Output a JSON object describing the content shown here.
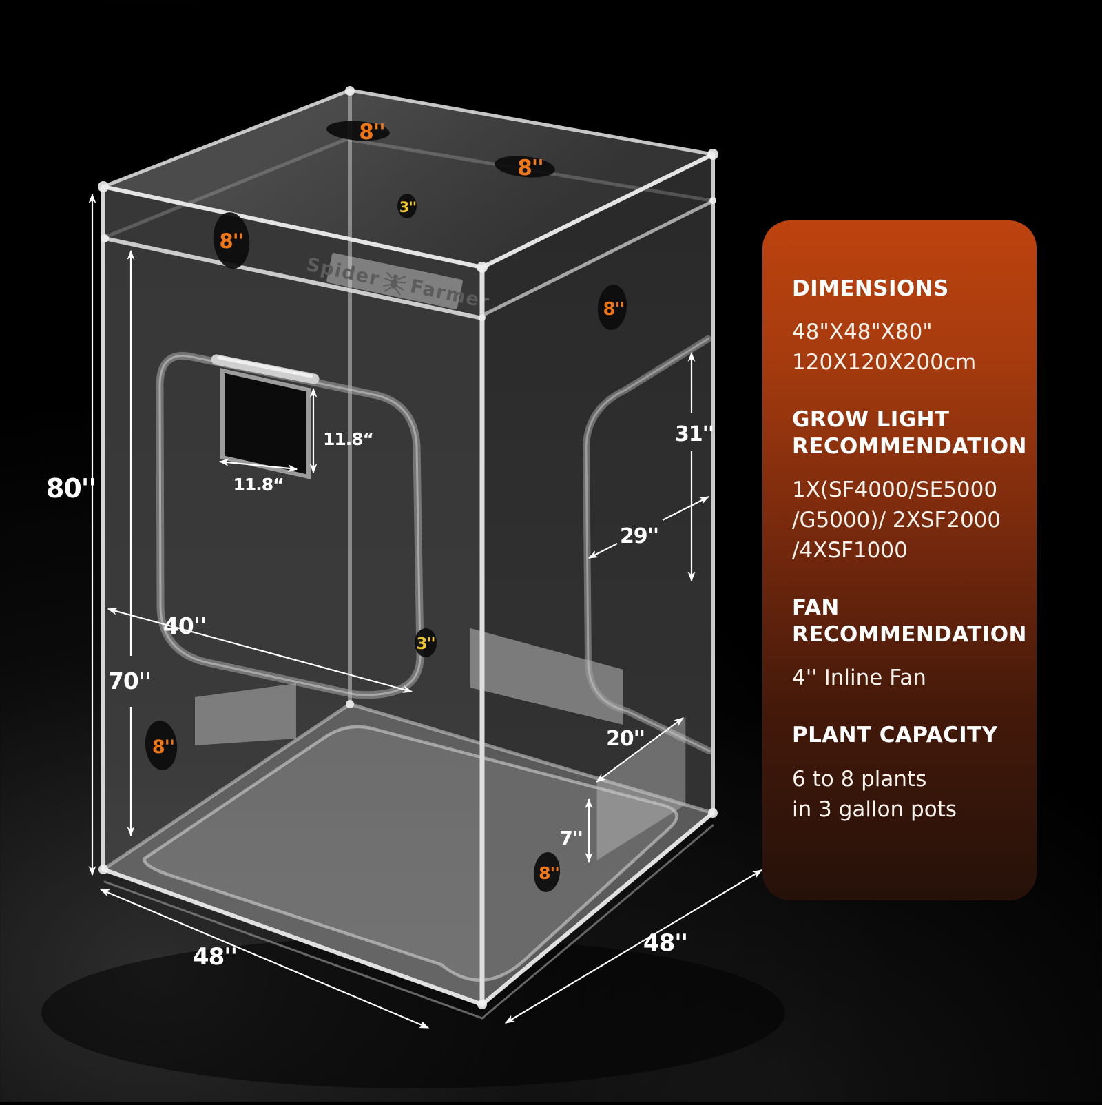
{
  "colors": {
    "accent_orange": "#f07818",
    "accent_yellow": "#eec52c",
    "panel_top": "#bd430f",
    "panel_bottom": "#251109"
  },
  "panel": {
    "sections": [
      {
        "heading": "DIMENSIONS",
        "lines": [
          "48\"X48\"X80\"",
          "120X120X200cm"
        ]
      },
      {
        "heading": "GROW LIGHT RECOMMENDATION",
        "lines": [
          "1X(SF4000/SE5000",
          "/G5000)/ 2XSF2000",
          "/4XSF1000"
        ]
      },
      {
        "heading": "FAN RECOMMENDATION",
        "lines": [
          "4'' Inline Fan"
        ]
      },
      {
        "heading": "PLANT CAPACITY",
        "lines": [
          "6 to 8 plants",
          "in 3 gallon pots"
        ]
      }
    ]
  },
  "diagram": {
    "logo": {
      "left": "Spider",
      "right": "Farmer"
    },
    "labels": {
      "height": "80''",
      "inner_height": "70''",
      "inner_width": "40''",
      "window_width": "11.8“",
      "window_height": "11.8“",
      "side_door_height": "31''",
      "side_door_width": "29''",
      "side_vent_width": "20''",
      "side_vent_height": "7''",
      "base_width_left": "48''",
      "base_depth_right": "48''"
    },
    "ports": [
      {
        "id": "top-port-left",
        "label": "8''"
      },
      {
        "id": "top-port-right",
        "label": "8''"
      },
      {
        "id": "top-port-small",
        "label": "3''"
      },
      {
        "id": "left-wall-upper-port",
        "label": "8''"
      },
      {
        "id": "right-wall-upper-port",
        "label": "8''"
      },
      {
        "id": "left-wall-lower-port",
        "label": "8''"
      },
      {
        "id": "front-lower-port",
        "label": "8''"
      },
      {
        "id": "mid-wall-small-port",
        "label": "3''"
      }
    ]
  }
}
